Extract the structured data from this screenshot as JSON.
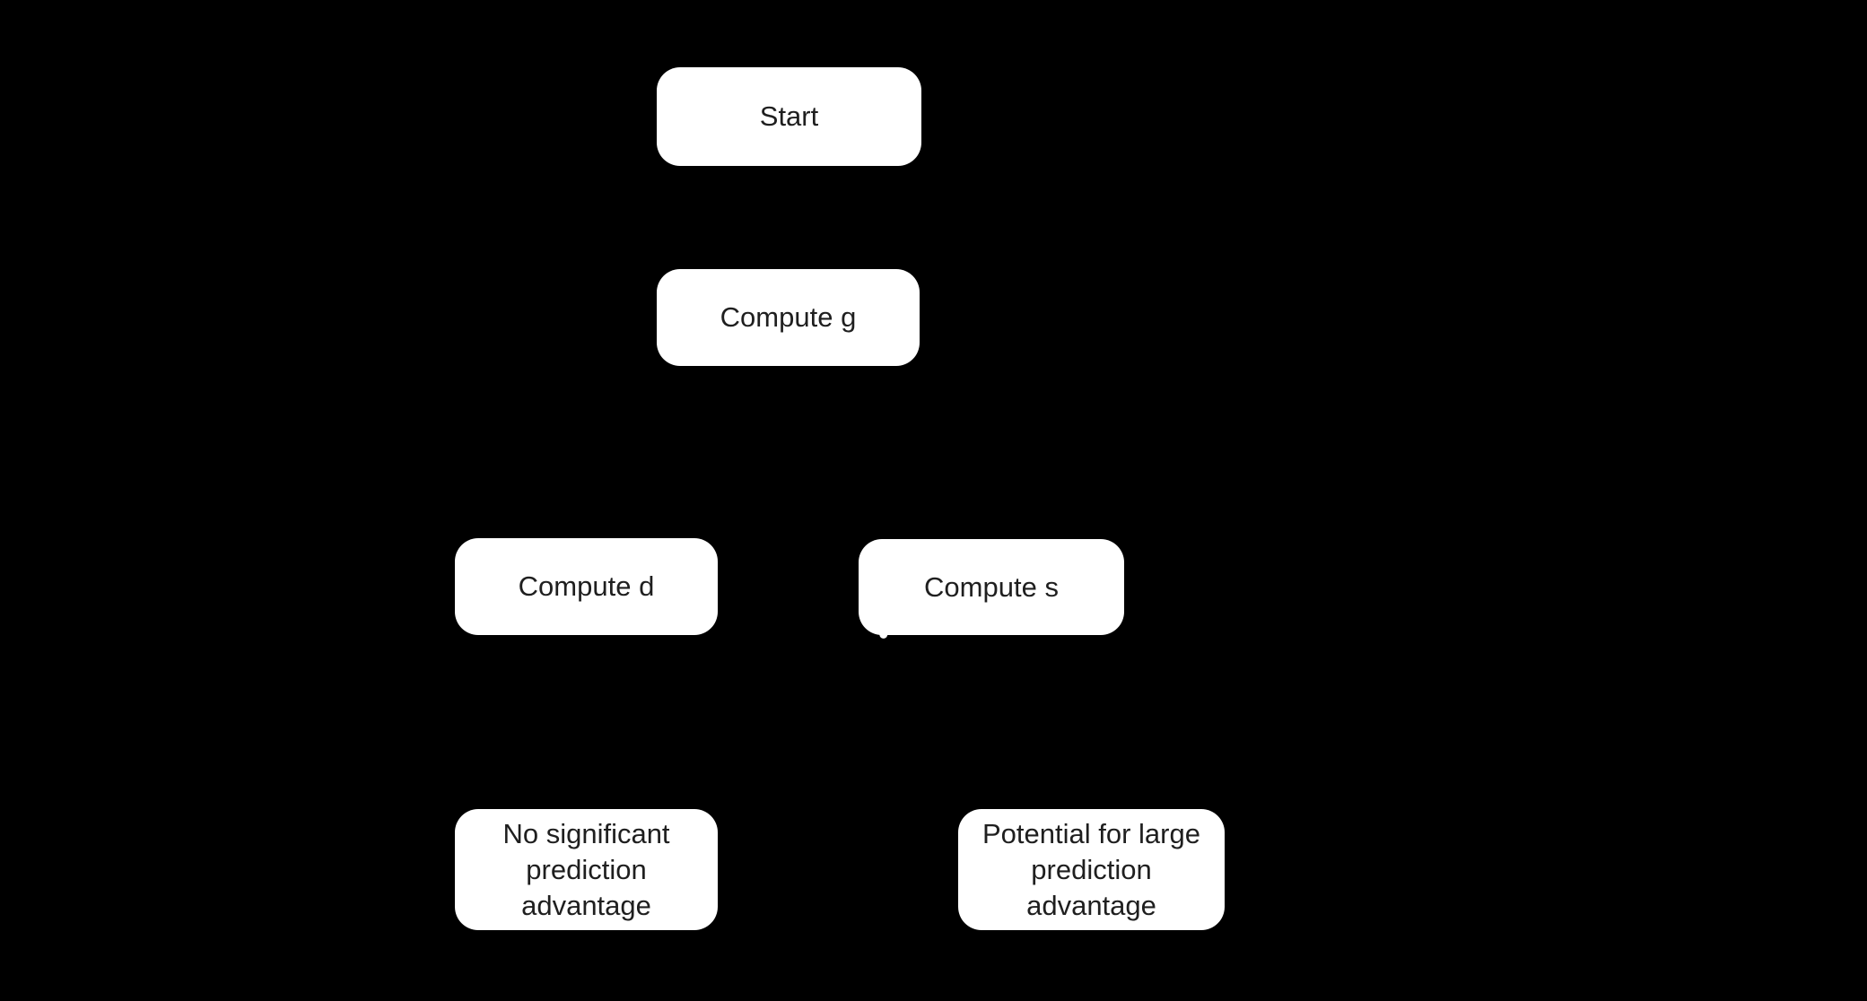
{
  "diagram": {
    "type": "flowchart",
    "background_color": "#000000",
    "node_fill_color": "#ffffff",
    "node_text_color": "#1f1f1f",
    "nodes": {
      "start": {
        "label": "Start"
      },
      "compute_g": {
        "label": "Compute g"
      },
      "compute_d": {
        "label": "Compute d"
      },
      "compute_s": {
        "label": "Compute s"
      },
      "no_advantage": {
        "label": "No significant prediction advantage"
      },
      "large_advantage": {
        "label": "Potential for large prediction advantage"
      }
    }
  }
}
